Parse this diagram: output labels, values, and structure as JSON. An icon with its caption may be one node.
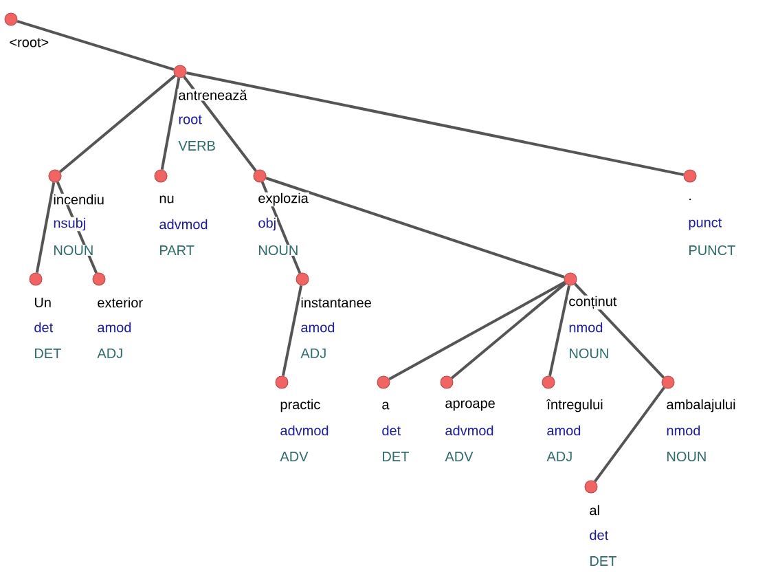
{
  "diagram": {
    "nodes": [
      {
        "text": [],
        "shape": "circle",
        "beside": [
          "<root>"
        ]
      },
      {
        "text": [],
        "shape": "circle",
        "beside": [
          "antrenează",
          "root",
          "VERB"
        ]
      },
      {
        "text": [],
        "shape": "circle",
        "beside": [
          "incendiu",
          "nsubj",
          "NOUN"
        ]
      },
      {
        "text": [],
        "shape": "circle",
        "beside": [
          "nu",
          "advmod",
          "PART"
        ]
      },
      {
        "text": [],
        "shape": "circle",
        "beside": [
          "explozia",
          "obj",
          "NOUN"
        ]
      },
      {
        "text": [],
        "shape": "circle",
        "beside": [
          ".",
          "punct",
          "PUNCT"
        ]
      },
      {
        "text": [],
        "shape": "circle",
        "beside": [
          "Un",
          "det",
          "DET"
        ]
      },
      {
        "text": [],
        "shape": "circle",
        "beside": [
          "exterior",
          "amod",
          "ADJ"
        ]
      },
      {
        "text": [],
        "shape": "circle",
        "beside": [
          "instantanee",
          "amod",
          "ADJ"
        ]
      },
      {
        "text": [],
        "shape": "circle",
        "beside": [
          "conținut",
          "nmod",
          "NOUN"
        ]
      },
      {
        "text": [],
        "shape": "circle",
        "beside": [
          "practic",
          "advmod",
          "ADV"
        ]
      },
      {
        "text": [],
        "shape": "circle",
        "beside": [
          "a",
          "det",
          "DET"
        ]
      },
      {
        "text": [],
        "shape": "circle",
        "beside": [
          "aproape",
          "advmod",
          "ADV"
        ]
      },
      {
        "text": [],
        "shape": "circle",
        "beside": [
          "întregului",
          "amod",
          "ADJ"
        ]
      },
      {
        "text": [],
        "shape": "circle",
        "beside": [
          "ambalajului",
          "nmod",
          "NOUN"
        ]
      },
      {
        "text": [],
        "shape": "circle",
        "beside": [
          "al",
          "det",
          "DET"
        ]
      }
    ],
    "edges": [
      {
        "from": 0,
        "to": 1,
        "arrow": "none"
      },
      {
        "from": 1,
        "to": 2,
        "arrow": "none"
      },
      {
        "from": 1,
        "to": 3,
        "arrow": "none"
      },
      {
        "from": 1,
        "to": 4,
        "arrow": "none"
      },
      {
        "from": 1,
        "to": 5,
        "arrow": "none"
      },
      {
        "from": 2,
        "to": 6,
        "arrow": "none"
      },
      {
        "from": 2,
        "to": 7,
        "arrow": "none"
      },
      {
        "from": 4,
        "to": 8,
        "arrow": "none"
      },
      {
        "from": 4,
        "to": 9,
        "arrow": "none"
      },
      {
        "from": 8,
        "to": 10,
        "arrow": "none"
      },
      {
        "from": 9,
        "to": 11,
        "arrow": "none"
      },
      {
        "from": 9,
        "to": 12,
        "arrow": "none"
      },
      {
        "from": 9,
        "to": 13,
        "arrow": "none"
      },
      {
        "from": 9,
        "to": 14,
        "arrow": "none"
      },
      {
        "from": 14,
        "to": 15,
        "arrow": "none"
      }
    ]
  }
}
